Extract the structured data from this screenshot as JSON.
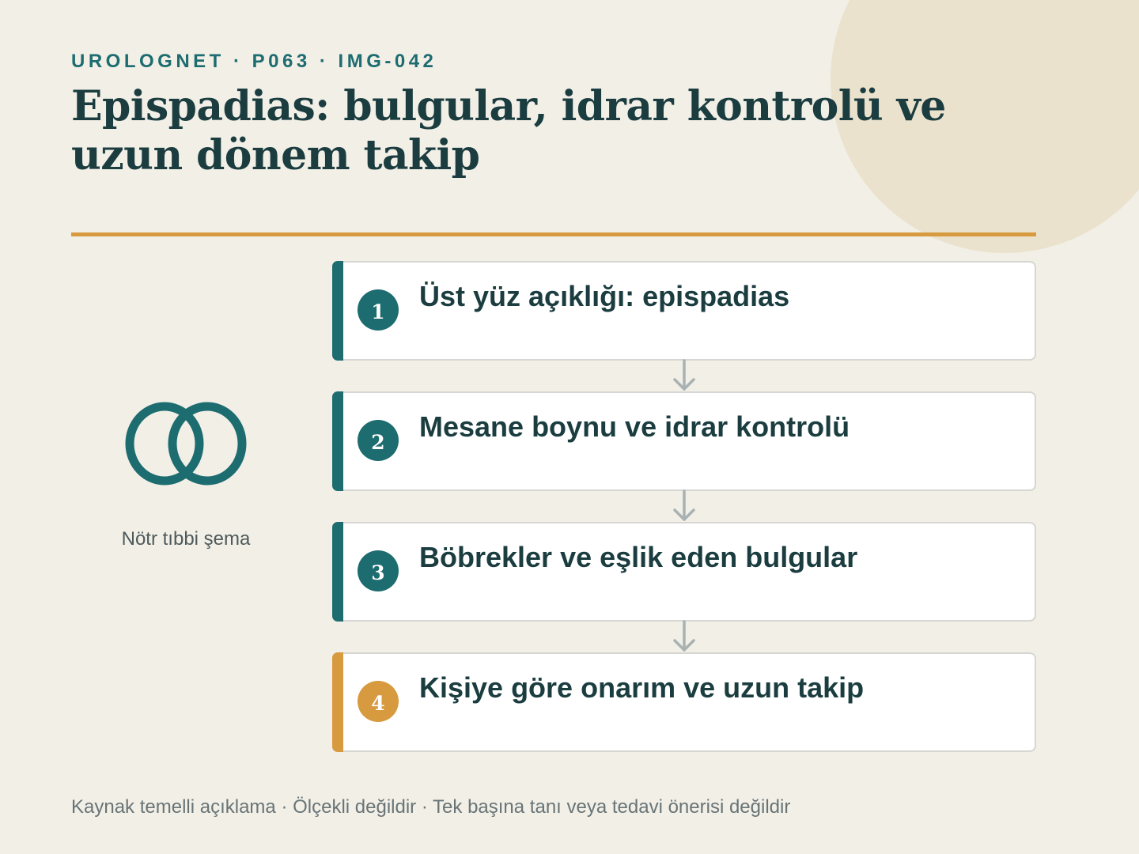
{
  "header": {
    "eyebrow": "UROLOGNET · P063 · IMG-042",
    "title": "Epispadias: bulgular, idrar kontrolü ve uzun dönem takip"
  },
  "illustration": {
    "caption": "Nötr tıbbi şema"
  },
  "steps": [
    {
      "number": "1",
      "title": "Üst yüz açıklığı: epispadias"
    },
    {
      "number": "2",
      "title": "Mesane boynu ve idrar kontrolü"
    },
    {
      "number": "3",
      "title": "Böbrekler ve eşlik eden bulgular"
    },
    {
      "number": "4",
      "title": "Kişiye göre onarım ve uzun takip"
    }
  ],
  "footer": {
    "note": "Kaynak temelli açıklama · Ölçekli değildir · Tek başına tanı veya tedavi önerisi değildir"
  },
  "colors": {
    "background": "#f2efe7",
    "primary_teal": "#1d6c70",
    "accent_orange": "#d79a3f",
    "title_dark": "#1b3d40",
    "decor_circle": "#ebe2cd"
  }
}
